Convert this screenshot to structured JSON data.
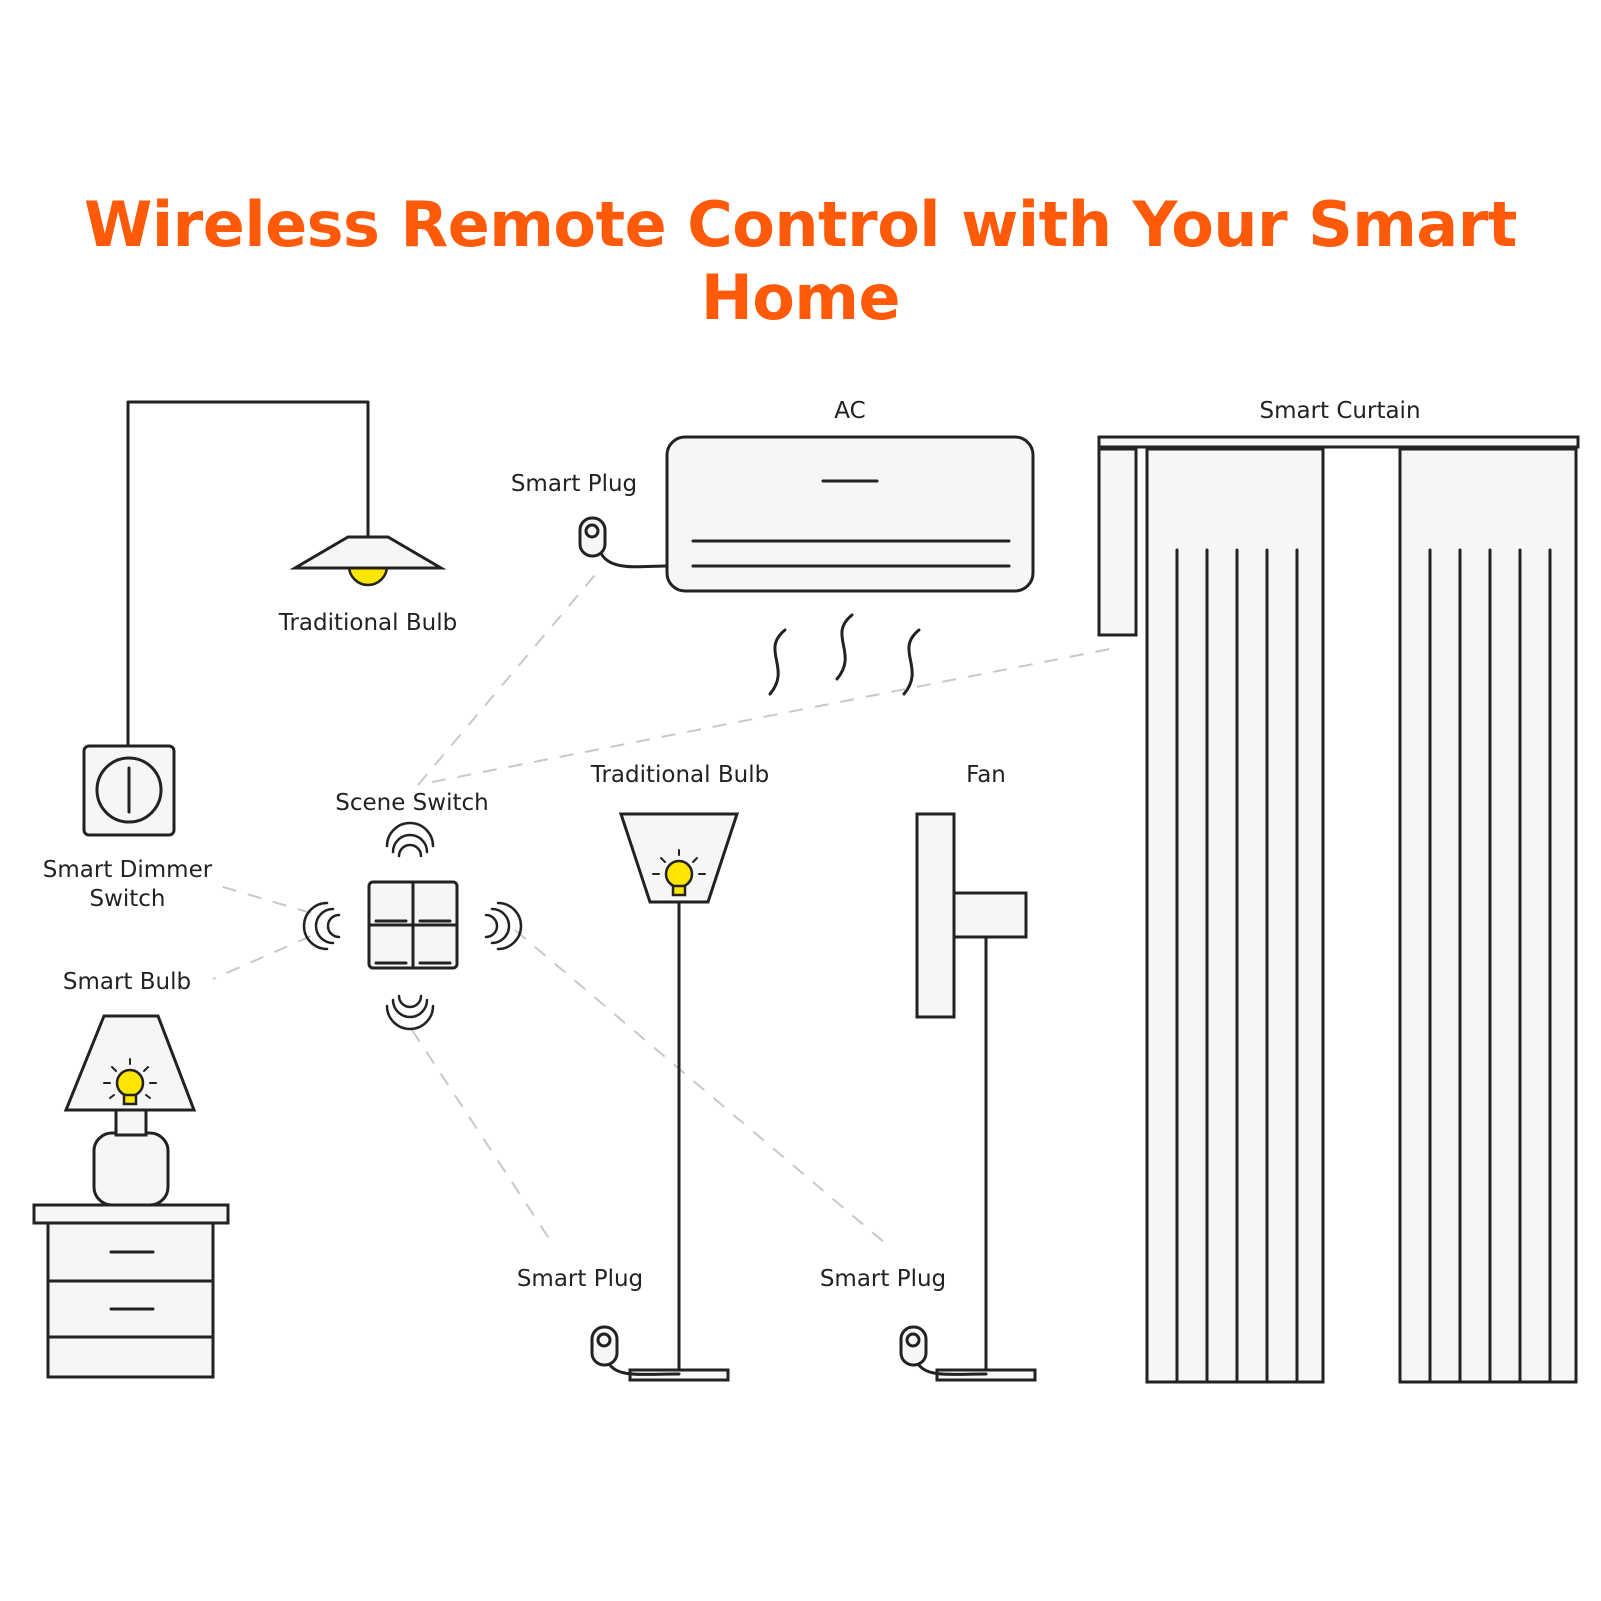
{
  "title": "Wireless Remote Control with Your Smart Home",
  "colors": {
    "title": "#ff5a0a",
    "bulb": "#ffe600",
    "outline": "#222222",
    "fill": "#f6f6f6",
    "link": "#c8c8c8"
  },
  "labels": {
    "traditional_bulb_ceiling": "Traditional Bulb",
    "ac": "AC",
    "smart_plug_ac": "Smart Plug",
    "smart_curtain": "Smart Curtain",
    "smart_dimmer_switch_line1": "Smart Dimmer",
    "smart_dimmer_switch_line2": "Switch",
    "scene_switch": "Scene Switch",
    "traditional_bulb_floor": "Traditional Bulb",
    "fan": "Fan",
    "smart_bulb": "Smart Bulb",
    "smart_plug_floor_lamp": "Smart Plug",
    "smart_plug_fan": "Smart Plug"
  },
  "icons": [
    "ceiling-lamp-icon",
    "wall-dimmer-icon",
    "scene-switch-icon",
    "wireless-signal-icon",
    "table-lamp-icon",
    "nightstand-icon",
    "air-conditioner-icon",
    "smart-plug-icon",
    "floor-lamp-icon",
    "fan-icon",
    "curtain-icon"
  ]
}
